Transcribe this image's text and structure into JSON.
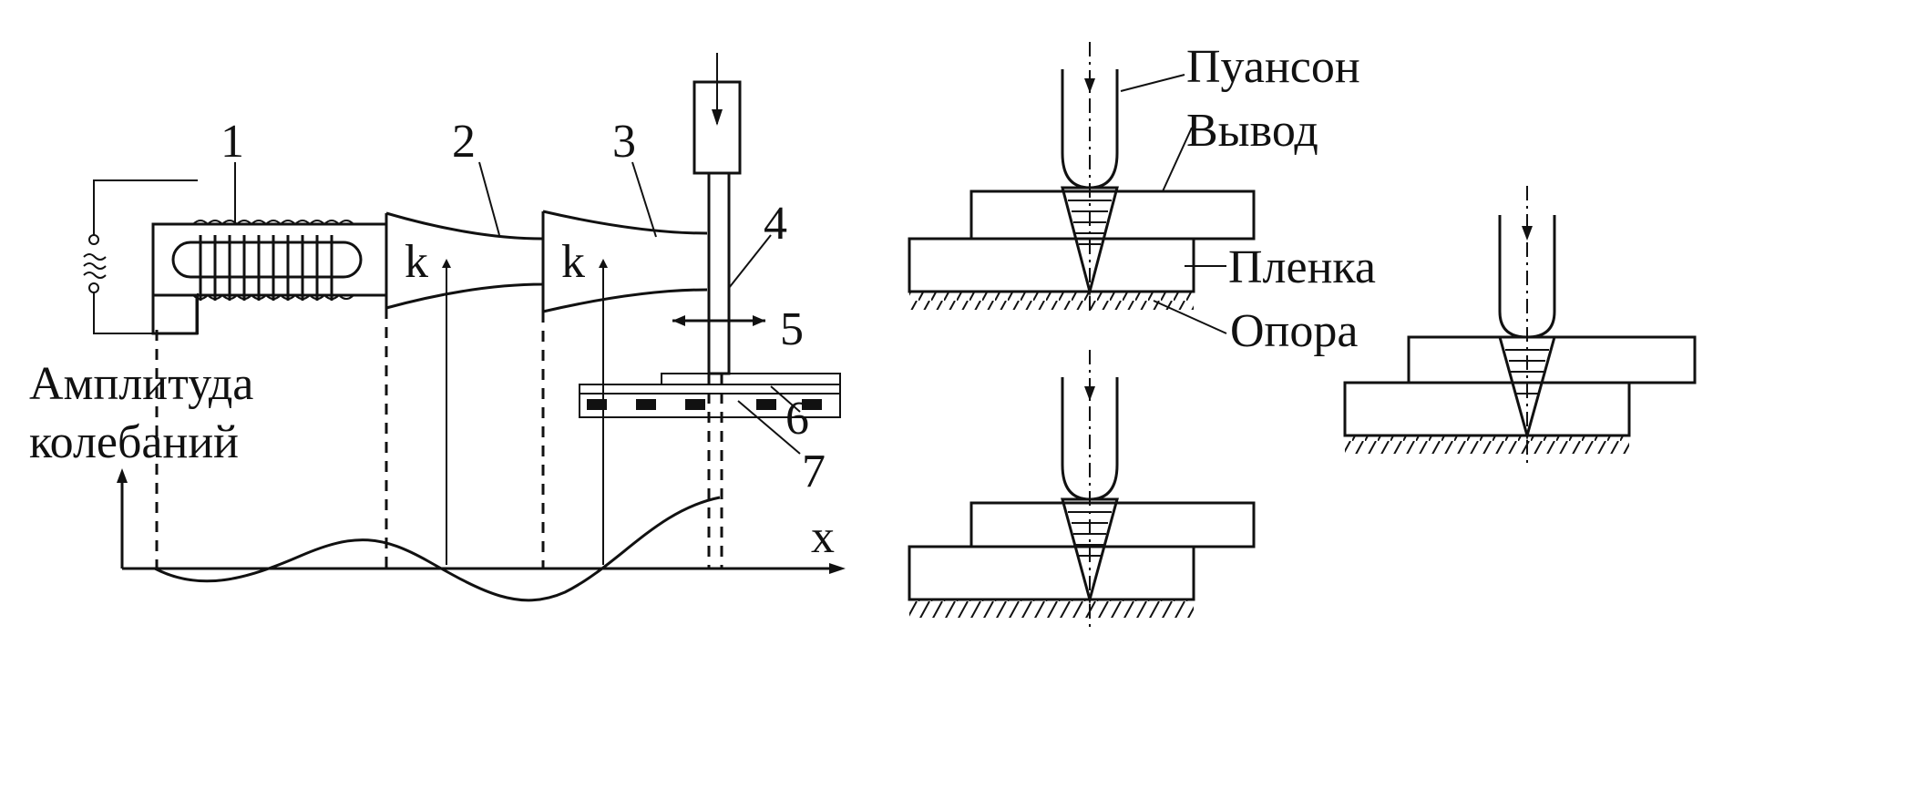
{
  "labels": {
    "n1": "1",
    "n2": "2",
    "n3": "3",
    "n4": "4",
    "n5": "5",
    "n6": "6",
    "n7": "7",
    "k1": "k",
    "k2": "k",
    "x_axis": "x",
    "amplitude_line1": "Амплитуда",
    "amplitude_line2": "колебаний",
    "punch": "Пуансон",
    "lead": "Вывод",
    "film": "Пленка",
    "support": "Опора"
  },
  "icons": [
    "ac-source-icon",
    "arrow-down-icon",
    "vibration-arrow-icon"
  ]
}
